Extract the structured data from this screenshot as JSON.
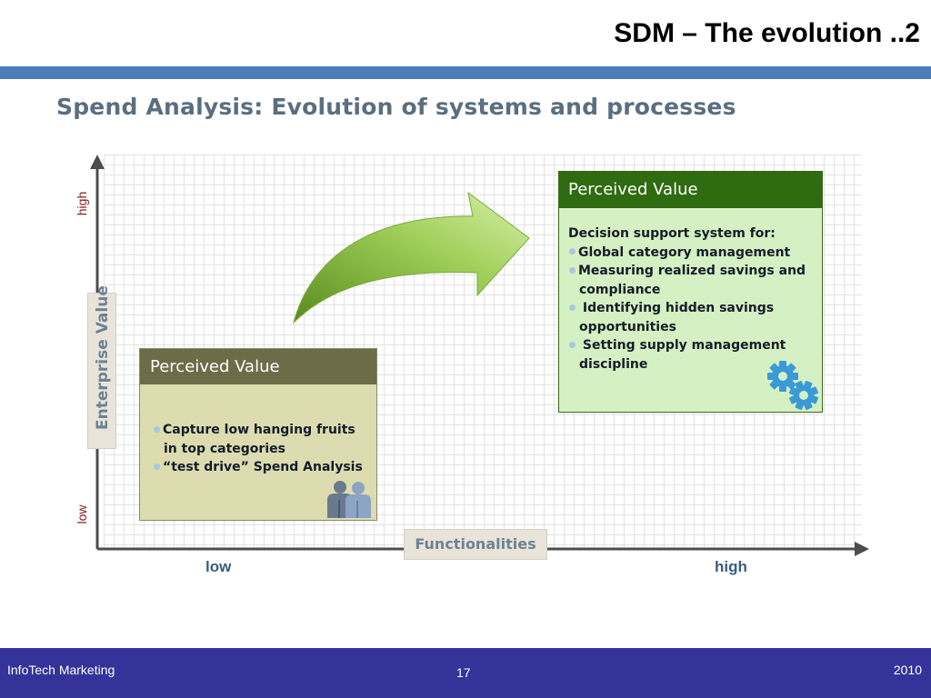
{
  "slide": {
    "title": "SDM – The evolution ..2",
    "subtitle": "Spend Analysis: Evolution of systems and processes"
  },
  "axes": {
    "y_high": "high",
    "y_low": "low",
    "y_title": "Enterprise Value",
    "x_title": "Functionalities",
    "x_low": "low",
    "x_high": "high"
  },
  "left_box": {
    "heading": "Perceived Value",
    "bullets": [
      [
        "Capture low hanging fruits",
        "in top categories"
      ],
      [
        "“test drive” Spend Analysis"
      ]
    ],
    "icon": "people-icon"
  },
  "right_box": {
    "heading": "Perceived Value",
    "intro": "Decision support system for:",
    "bullets": [
      [
        "Global category management"
      ],
      [
        "Measuring realized savings and",
        "compliance"
      ],
      [
        " Identifying hidden savings",
        "opportunities"
      ],
      [
        " Setting supply management",
        "discipline"
      ]
    ],
    "icon": "gears-icon"
  },
  "colors": {
    "title_bar": "#4a7ebb",
    "left_header": "#6c6c48",
    "right_header": "#2f6b10",
    "arrow": "#9ccc55",
    "footer": "#333399"
  },
  "footer": {
    "left": "InfoTech Marketing",
    "page": "17",
    "year": "2010"
  }
}
